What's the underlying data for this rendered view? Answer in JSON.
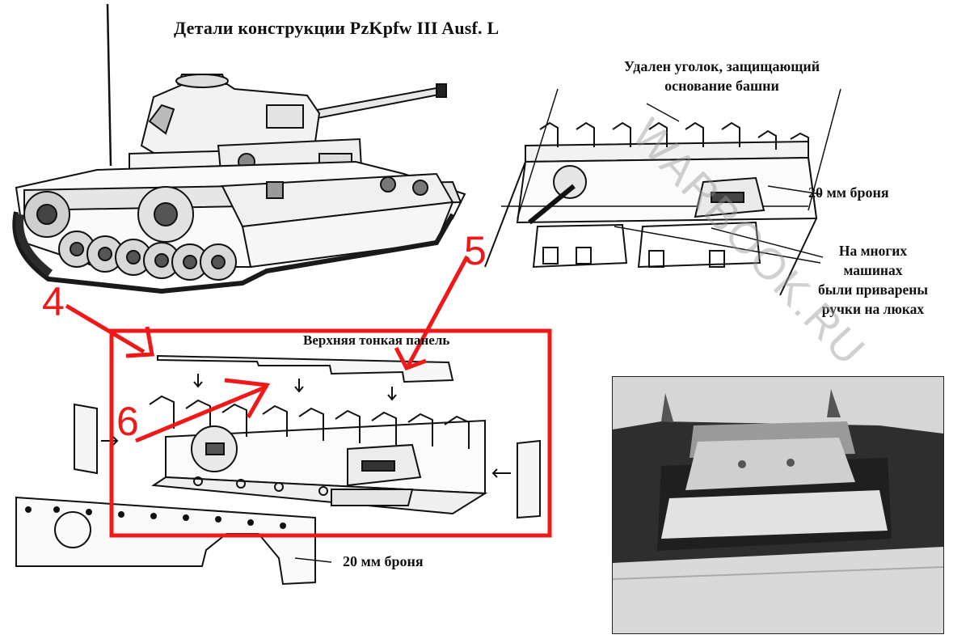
{
  "title": "Детали конструкции PzKpfw III Ausf. L",
  "labels": {
    "removed_angle_line1": "Удален уголок, защищающий",
    "removed_angle_line2": "основание башни",
    "armor_top": "20 мм броня",
    "handles_line1": "На многих",
    "handles_line2": "машинах",
    "handles_line3": "были приварены",
    "handles_line4": "ручки на люках",
    "upper_panel": "Верхняя тонкая панель",
    "armor_bottom": "20 мм броня"
  },
  "callouts": [
    "4",
    "5",
    "6"
  ],
  "watermark": "WARBOOK.RU",
  "colors": {
    "callout_red": "#f01818",
    "ink": "#111111",
    "photo_dark": "#2a2a2a",
    "photo_light": "#dcdcdc"
  }
}
